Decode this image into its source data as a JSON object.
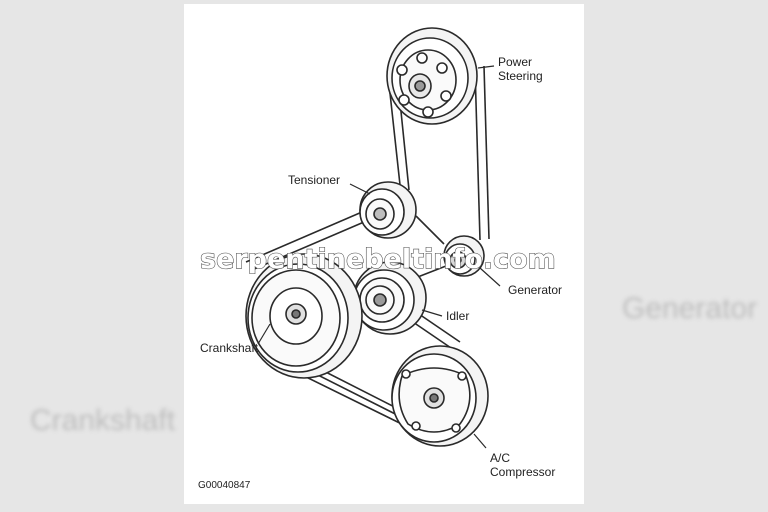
{
  "labels": {
    "power_steering": [
      "Power",
      "Steering"
    ],
    "tensioner": "Tensioner",
    "generator": "Generator",
    "idler": "Idler",
    "crankshaft": "Crankshaft",
    "ac_compressor": [
      "A/C",
      "Compressor"
    ],
    "figure_code": "G00040847"
  },
  "watermark": "serpentinebeltinfo.com",
  "background_ghost": {
    "left": "Crankshaft",
    "right": "Generator"
  },
  "colors": {
    "line": "#2a2a2a",
    "pulley_fill": "#f4f4f4",
    "background": "#e6e6e6"
  }
}
